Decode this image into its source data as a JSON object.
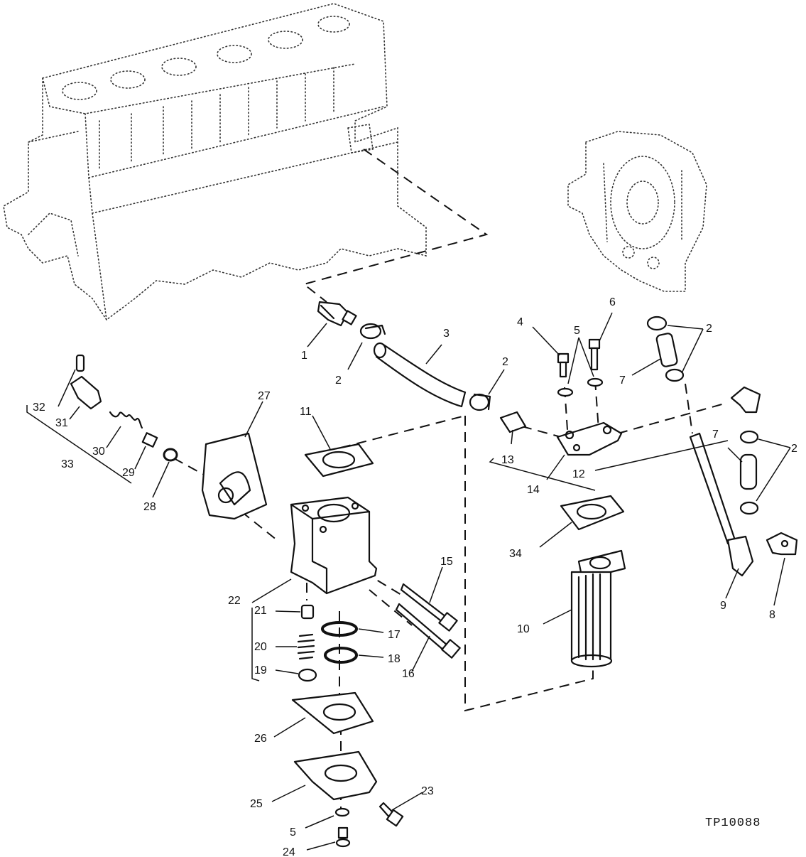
{
  "figure_id": "TP10088",
  "callouts": {
    "c1": "1",
    "c2a": "2",
    "c2b": "2",
    "c2c": "2",
    "c2d": "2",
    "c3": "3",
    "c4": "4",
    "c5a": "5",
    "c5b": "5",
    "c6": "6",
    "c7a": "7",
    "c7b": "7",
    "c8": "8",
    "c9": "9",
    "c10": "10",
    "c11": "11",
    "c12": "12",
    "c13": "13",
    "c14": "14",
    "c15": "15",
    "c16": "16",
    "c17": "17",
    "c18": "18",
    "c19": "19",
    "c20": "20",
    "c21": "21",
    "c22": "22",
    "c23": "23",
    "c24": "24",
    "c25": "25",
    "c26": "26",
    "c27": "27",
    "c28": "28",
    "c29": "29",
    "c30": "30",
    "c31": "31",
    "c32": "32",
    "c33": "33",
    "c34": "34"
  }
}
